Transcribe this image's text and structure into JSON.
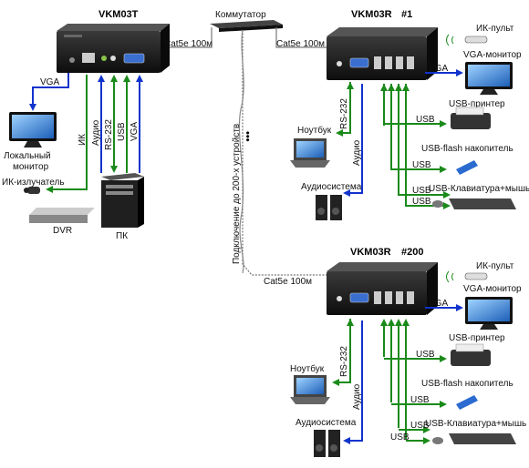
{
  "title_transmitter": "VKM03T",
  "title_receiver_1": "VKM03R",
  "receiver_1_index": "#1",
  "title_receiver_200": "VKM03R",
  "receiver_200_index": "#200",
  "switch_label": "Коммутатор",
  "cable_label_1": "Cat5e 100м",
  "cable_label_2": "Cat5e 100м",
  "cable_label_3": "Cat5e 100м",
  "vertical_label": "Подключение до 200-х устройств",
  "ellipsis": "•••",
  "left": {
    "vga_label": "VGA",
    "local_monitor_1": "Локальный",
    "local_monitor_2": "монитор",
    "ir_emitter": "ИК-излучатель",
    "dvr": "DVR",
    "pc": "ПК",
    "ik": "ИК",
    "audio": "Аудио",
    "rs232": "RS-232",
    "usb": "USB",
    "vga_vertical": "VGA"
  },
  "receiver_1": {
    "ir_remote": "ИК-пульт",
    "vga_monitor": "VGA-монитор",
    "vga": "VGA",
    "usb_printer": "USB-принтер",
    "usb_flash": "USB-flash накопитель",
    "usb_keyboard": "USB-Клавиатура+мышь",
    "usb1": "USB",
    "usb2": "USB",
    "usb3": "USB",
    "usb4": "USB",
    "laptop": "Ноутбук",
    "audio_system": "Аудиосистема",
    "rs232": "RS-232",
    "audio": "Аудио"
  },
  "receiver_200": {
    "ir_remote": "ИК-пульт",
    "vga_monitor": "VGA-монитор",
    "vga": "VGA",
    "usb_printer": "USB-принтер",
    "usb_flash": "USB-flash накопитель",
    "usb_keyboard": "USB-Клавиатура+мышь",
    "usb1": "USB",
    "usb2": "USB",
    "usb3": "USB",
    "usb4": "USB",
    "laptop": "Ноутбук",
    "audio_system": "Аудиосистема",
    "rs232": "RS-232",
    "audio": "Аудио"
  },
  "colors": {
    "blue": "#1133cc",
    "green": "#1a8a1a",
    "cable": "#777777",
    "device_dark": "#1a1a1a"
  }
}
